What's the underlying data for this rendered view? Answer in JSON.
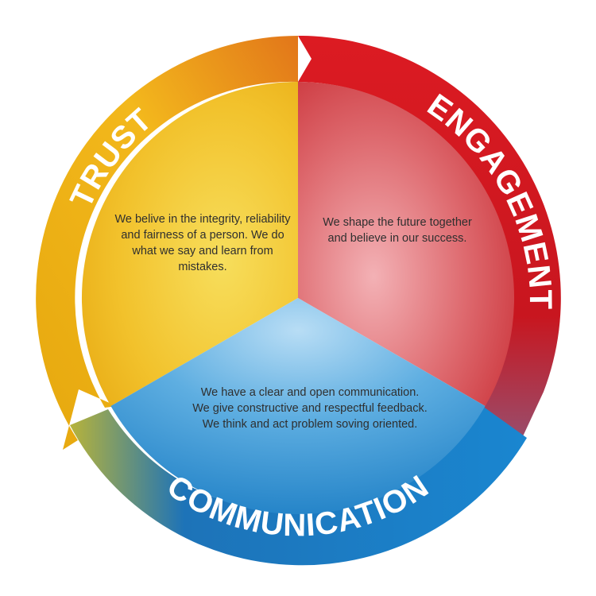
{
  "segments": {
    "trust": {
      "label": "TRUST",
      "description": "We belive in the integrity, reliability and fairness of a person. We do what we say and learn from mistakes.",
      "color": "#f2b318"
    },
    "engagement": {
      "label": "ENGAGEMENT",
      "description": "We shape the future together and believe in our success.",
      "color": "#d7141f"
    },
    "communication": {
      "label": "COMMUNICATION",
      "description": "We have a clear and open communication. We give constructive and respectful feedback. We think and act problem soving oriented.",
      "color": "#1f7fc4"
    }
  }
}
